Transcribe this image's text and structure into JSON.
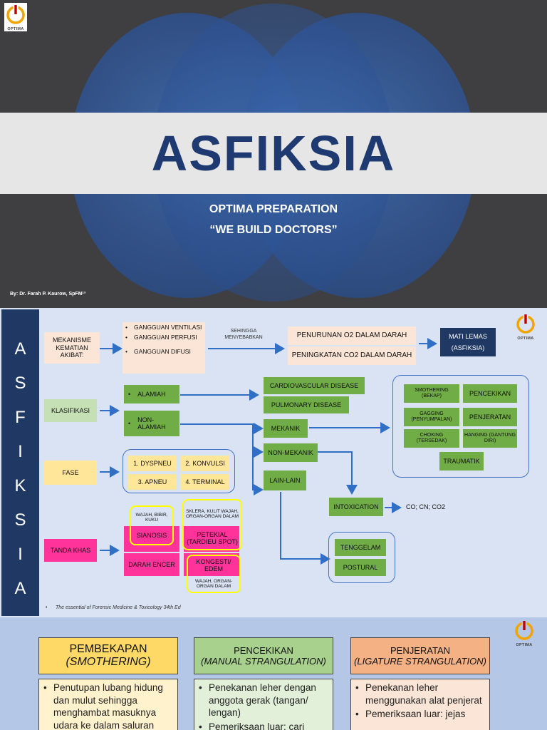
{
  "slide1": {
    "title": "ASFIKSIA",
    "subtitle_1": "OPTIMA PREPARATION",
    "subtitle_2": "“WE BUILD DOCTORS”",
    "author": "By: Dr. Farah P. Kaurow, SpFM¹³",
    "logo_text": "OPTIMA"
  },
  "slide2": {
    "vertical_letters": [
      "A",
      "S",
      "F",
      "I",
      "K",
      "S",
      "I",
      "A"
    ],
    "logo_text": "OPTIMA",
    "mekanisme": "MEKANISME KEMATIAN AKIBAT:",
    "gangguan": [
      "GANGGUAN VENTILASI",
      "GANGGUAN PERFUSI",
      "GANGGUAN DIFUSI"
    ],
    "sehingga": "SEHINGGA MENYEBABKAN",
    "penurunan": "PENURUNAN O2 DALAM DARAH",
    "peningkatan": "PENINGKATAN CO2 DALAM DARAH",
    "mati_lemas_1": "MATI LEMAS",
    "mati_lemas_2": "(ASFIKSIA)",
    "klasifikasi": "KLASIFIKASI",
    "alamiah": "ALAMIAH",
    "non_alamiah": "NON-ALAMIAH",
    "cardio": "CARDIOVASCULAR DISEASE",
    "pulmonary": "PULMONARY DISEASE",
    "mekanik": "MEKANIK",
    "non_mekanik": "NON-MEKANIK",
    "lain_lain": "LAIN-LAIN",
    "smothering": "SMOTHERING (BEKAP)",
    "pencekikan": "PENCEKIKAN",
    "gagging": "GAGGING (PENYUMPALAN)",
    "penjeratan": "PENJERATAN",
    "choking": "CHOKING (TERSEDAK)",
    "hanging": "HANGING (GANTUNG DIRI)",
    "traumatik": "TRAUMATIK",
    "fase": "FASE",
    "dyspneu": "1. DYSPNEU",
    "konvulsi": "2. KONVULSI",
    "apneu": "3. APNEU",
    "terminal": "4. TERMINAL",
    "intoxication": "INTOXICATION",
    "co_cn": "CO; CN; CO2",
    "tenggelam": "TENGGELAM",
    "postural": "POSTURAL",
    "tanda_khas": "TANDA KHAS",
    "wajah_bibir": "WAJAH, BIBIR, KUKU",
    "sklera": "SKLERA, KULIT WAJAH, ORGAN-ORGAN DALAM",
    "sianosis": "SIANOSIS",
    "petekial": "PETEKIAL (TARDIEU SPOT)",
    "darah_encer": "DARAH ENCER",
    "kongesti": "KONGESTI/ EDEM",
    "wajah_organ": "WAJAH, ORGAN-ORGAN DALAM",
    "footnote": "The essential of Forensic Medicine & Toxicology 34th Ed"
  },
  "slide3": {
    "logo_text": "OPTIMA",
    "columns": [
      {
        "title_1": "PEMBEKAPAN",
        "title_2": "(SMOTHERING)",
        "color": "#ffd966",
        "bullets": [
          "Penutupan lubang hidung dan mulut sehingga menghambat masuknya udara ke dalam saluran"
        ]
      },
      {
        "title_1": "PENCEKIKAN",
        "title_2": "(MANUAL STRANGULATION)",
        "color": "#a9d18e",
        "bullets": [
          "Penekanan leher dengan anggota gerak (tangan/ lengan)",
          "Pemeriksaan luar: cari"
        ]
      },
      {
        "title_1": "PENJERATAN",
        "title_2": "(LIGATURE STRANGULATION)",
        "color": "#f4b183",
        "bullets": [
          "Penekanan leher menggunakan alat penjerat",
          "Pemeriksaan luar: jejas"
        ]
      }
    ]
  }
}
